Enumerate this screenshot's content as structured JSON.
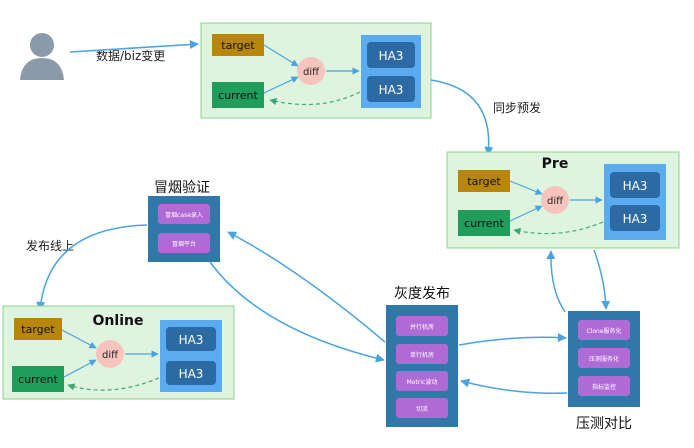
{
  "user": {
    "icon": "user-icon",
    "label": "数据/biz变更"
  },
  "top_env": {
    "target": "target",
    "current": "current",
    "diff": "diff",
    "ha3": [
      "HA3",
      "HA3"
    ]
  },
  "arrow_sync": "同步预发",
  "pre_env": {
    "title": "Pre",
    "target": "target",
    "current": "current",
    "diff": "diff",
    "ha3": [
      "HA3",
      "HA3"
    ]
  },
  "online_env": {
    "title": "Online",
    "target": "target",
    "current": "current",
    "diff": "diff",
    "ha3": [
      "HA3",
      "HA3"
    ]
  },
  "arrow_release": "发布线上",
  "smoke": {
    "title": "冒烟验证",
    "items": [
      "冒烟case录入",
      "冒烟平台"
    ]
  },
  "gray": {
    "title": "灰度发布",
    "items": [
      "并行机房",
      "单行机房",
      "Metric波动",
      "切流"
    ]
  },
  "stress": {
    "title": "压测对比",
    "items": [
      "Clone服务化",
      "压测服务化",
      "指标监控"
    ]
  },
  "colors": {
    "env_bg": "#dff4df",
    "env_border": "#8fd08f",
    "target_bg": "#b8860b",
    "current_bg": "#1e9e5a",
    "diff_bg": "#f6c4bc",
    "ha3_outer": "#5aabf0",
    "ha3_inner": "#2b6aa3",
    "dark_panel": "#2f78a8",
    "purple_btn": "#b06ad6",
    "arrow": "#4aa3df"
  }
}
